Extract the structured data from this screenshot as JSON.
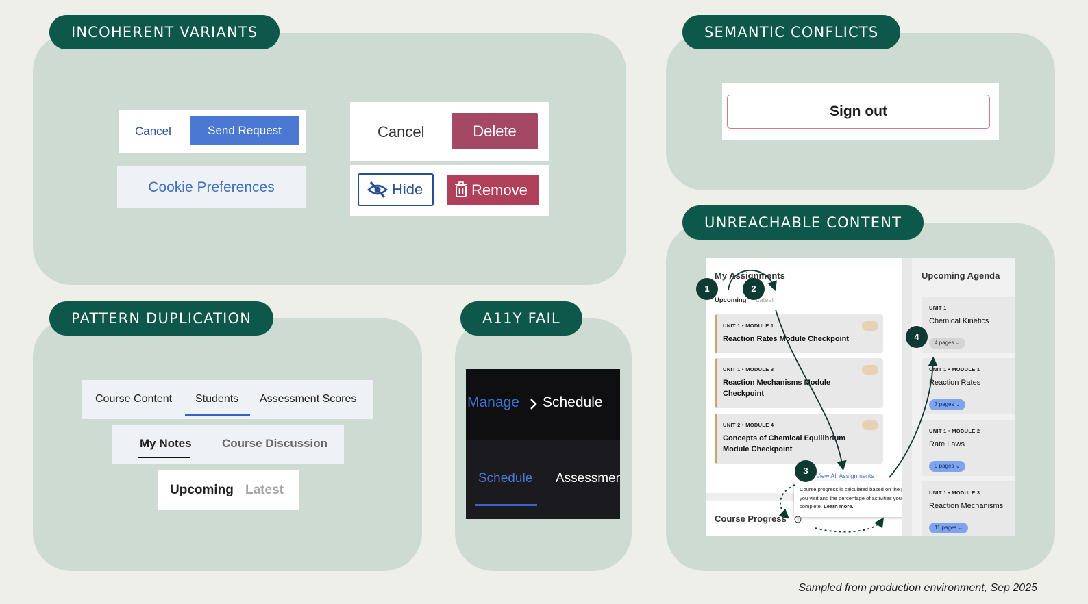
{
  "panels": {
    "incoherent": "INCOHERENT VARIANTS",
    "semantic": "SEMANTIC CONFLICTS",
    "unreachable": "UNREACHABLE CONTENT",
    "pattern": "PATTERN DUPLICATION",
    "a11y": "A11Y FAIL"
  },
  "incoherent": {
    "cancel_link": "Cancel",
    "send_request": "Send Request",
    "cookie_prefs": "Cookie Preferences",
    "cancel_plain": "Cancel",
    "delete": "Delete",
    "hide": "Hide",
    "remove": "Remove"
  },
  "semantic": {
    "sign_out": "Sign out"
  },
  "pattern": {
    "tabs1": [
      "Course Content",
      "Students",
      "Assessment Scores"
    ],
    "tabs2": [
      "My Notes",
      "Course Discussion"
    ],
    "tabs3": [
      "Upcoming",
      "Latest"
    ]
  },
  "a11y": {
    "breadcrumb_parent": "Manage",
    "breadcrumb_current": "Schedule",
    "tab_active": "Schedule",
    "tab_next": "Assessments"
  },
  "unreachable": {
    "my_assignments": "My Assignments",
    "upcoming": "Upcoming",
    "latest": "Latest",
    "assignments": [
      {
        "meta": "UNIT 1  •  MODULE 1",
        "title": "Reaction Rates Module Checkpoint"
      },
      {
        "meta": "UNIT 1  •  MODULE 3",
        "title": "Reaction Mechanisms Module Checkpoint"
      },
      {
        "meta": "UNIT 2  •  MODULE 4",
        "title": "Concepts of Chemical Equilibrium Module Checkpoint"
      }
    ],
    "view_all": "View All Assignments",
    "tooltip": "Course progress is calculated based on the pages you visit and the percentage of activities you complete.",
    "learn_more": "Learn more.",
    "course_progress": "Course Progress",
    "upcoming_agenda": "Upcoming Agenda",
    "agenda": [
      {
        "meta": "UNIT 1",
        "title": "Chemical Kinetics",
        "pages": "4 pages"
      },
      {
        "meta": "UNIT 1  •  MODULE 1",
        "title": "Reaction Rates",
        "pages": "7 pages"
      },
      {
        "meta": "UNIT 1  •  MODULE 2",
        "title": "Rate Laws",
        "pages": "9 pages"
      },
      {
        "meta": "UNIT 1  •  MODULE 3",
        "title": "Reaction Mechanisms",
        "pages": "11 pages"
      }
    ],
    "steps": [
      "1",
      "2",
      "3",
      "4"
    ]
  },
  "footnote": "Sampled from production environment, Sep 2025",
  "colors": {
    "panel_bg": "#cddbd3",
    "label_bg": "#0e574b",
    "page_bg": "#efefea"
  }
}
